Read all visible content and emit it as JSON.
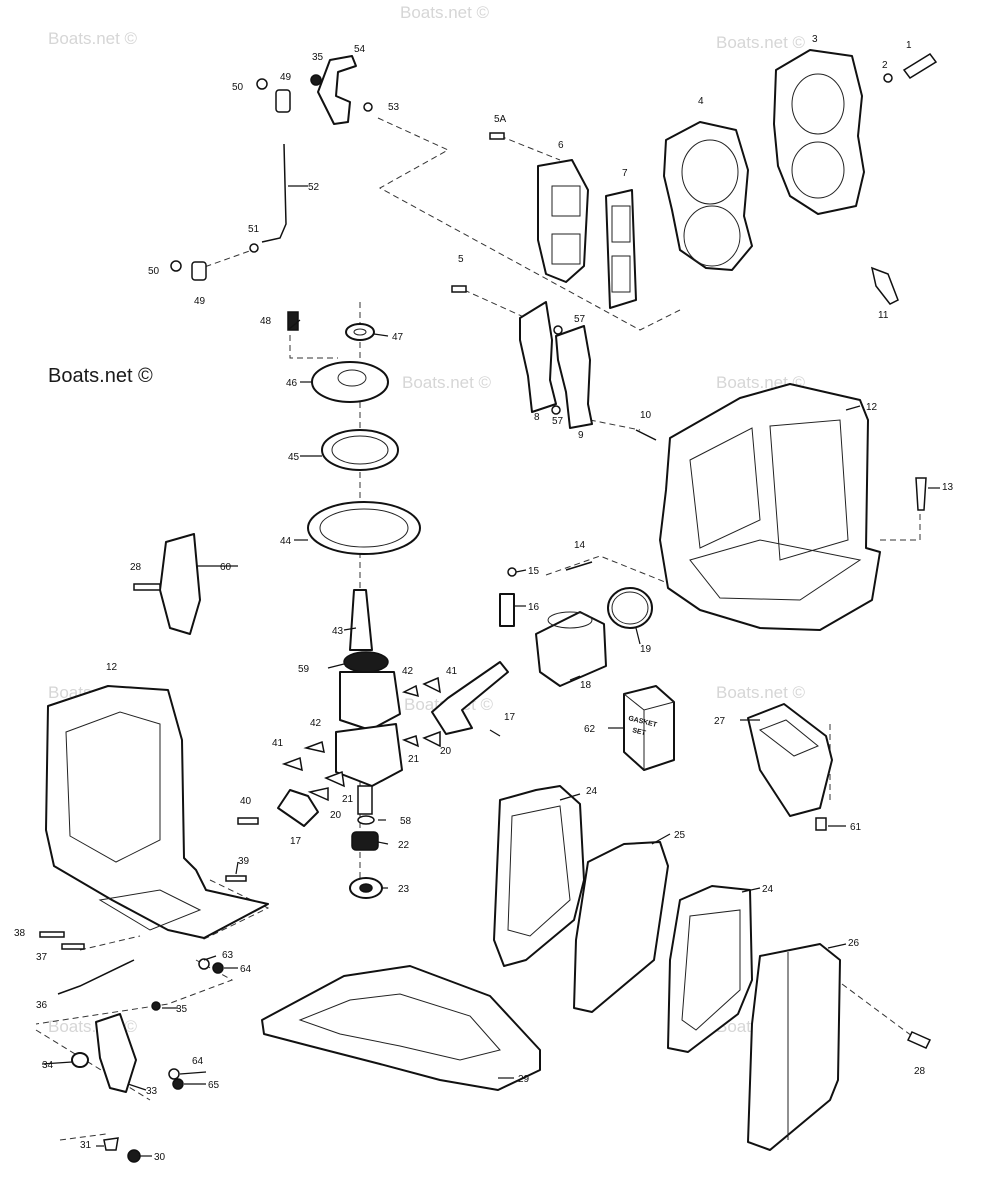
{
  "watermarks": {
    "faint": "Boats.net ©",
    "prominent": "Boats.net ©"
  },
  "callouts": {
    "p1": "1",
    "p2": "2",
    "p3": "3",
    "p4": "4",
    "p5": "5",
    "p5a": "5A",
    "p6": "6",
    "p7": "7",
    "p8": "8",
    "p9": "9",
    "p10": "10",
    "p11": "11",
    "p12a": "12",
    "p12b": "12",
    "p13": "13",
    "p14": "14",
    "p15": "15",
    "p16": "16",
    "p17a": "17",
    "p17b": "17",
    "p18": "18",
    "p19": "19",
    "p20a": "20",
    "p20b": "20",
    "p21a": "21",
    "p21b": "21",
    "p22": "22",
    "p23": "23",
    "p24a": "24",
    "p24b": "24",
    "p25": "25",
    "p26": "26",
    "p27": "27",
    "p28a": "28",
    "p28b": "28",
    "p29": "29",
    "p30": "30",
    "p31": "31",
    "p33": "33",
    "p34": "34",
    "p35a": "35",
    "p35b": "35",
    "p36": "36",
    "p37": "37",
    "p38": "38",
    "p39": "39",
    "p40": "40",
    "p41a": "41",
    "p41b": "41",
    "p42a": "42",
    "p42b": "42",
    "p43": "43",
    "p44": "44",
    "p45": "45",
    "p46": "46",
    "p47": "47",
    "p48": "48",
    "p49a": "49",
    "p49b": "49",
    "p50a": "50",
    "p50b": "50",
    "p51": "51",
    "p52": "52",
    "p53": "53",
    "p54": "54",
    "p57a": "57",
    "p57b": "57",
    "p58": "58",
    "p59": "59",
    "p60": "60",
    "p61": "61",
    "p62": "62",
    "p63": "63",
    "p64a": "64",
    "p64b": "64",
    "p65": "65"
  },
  "gasket_set_box": {
    "line1": "GASKET",
    "line2": "SET"
  }
}
